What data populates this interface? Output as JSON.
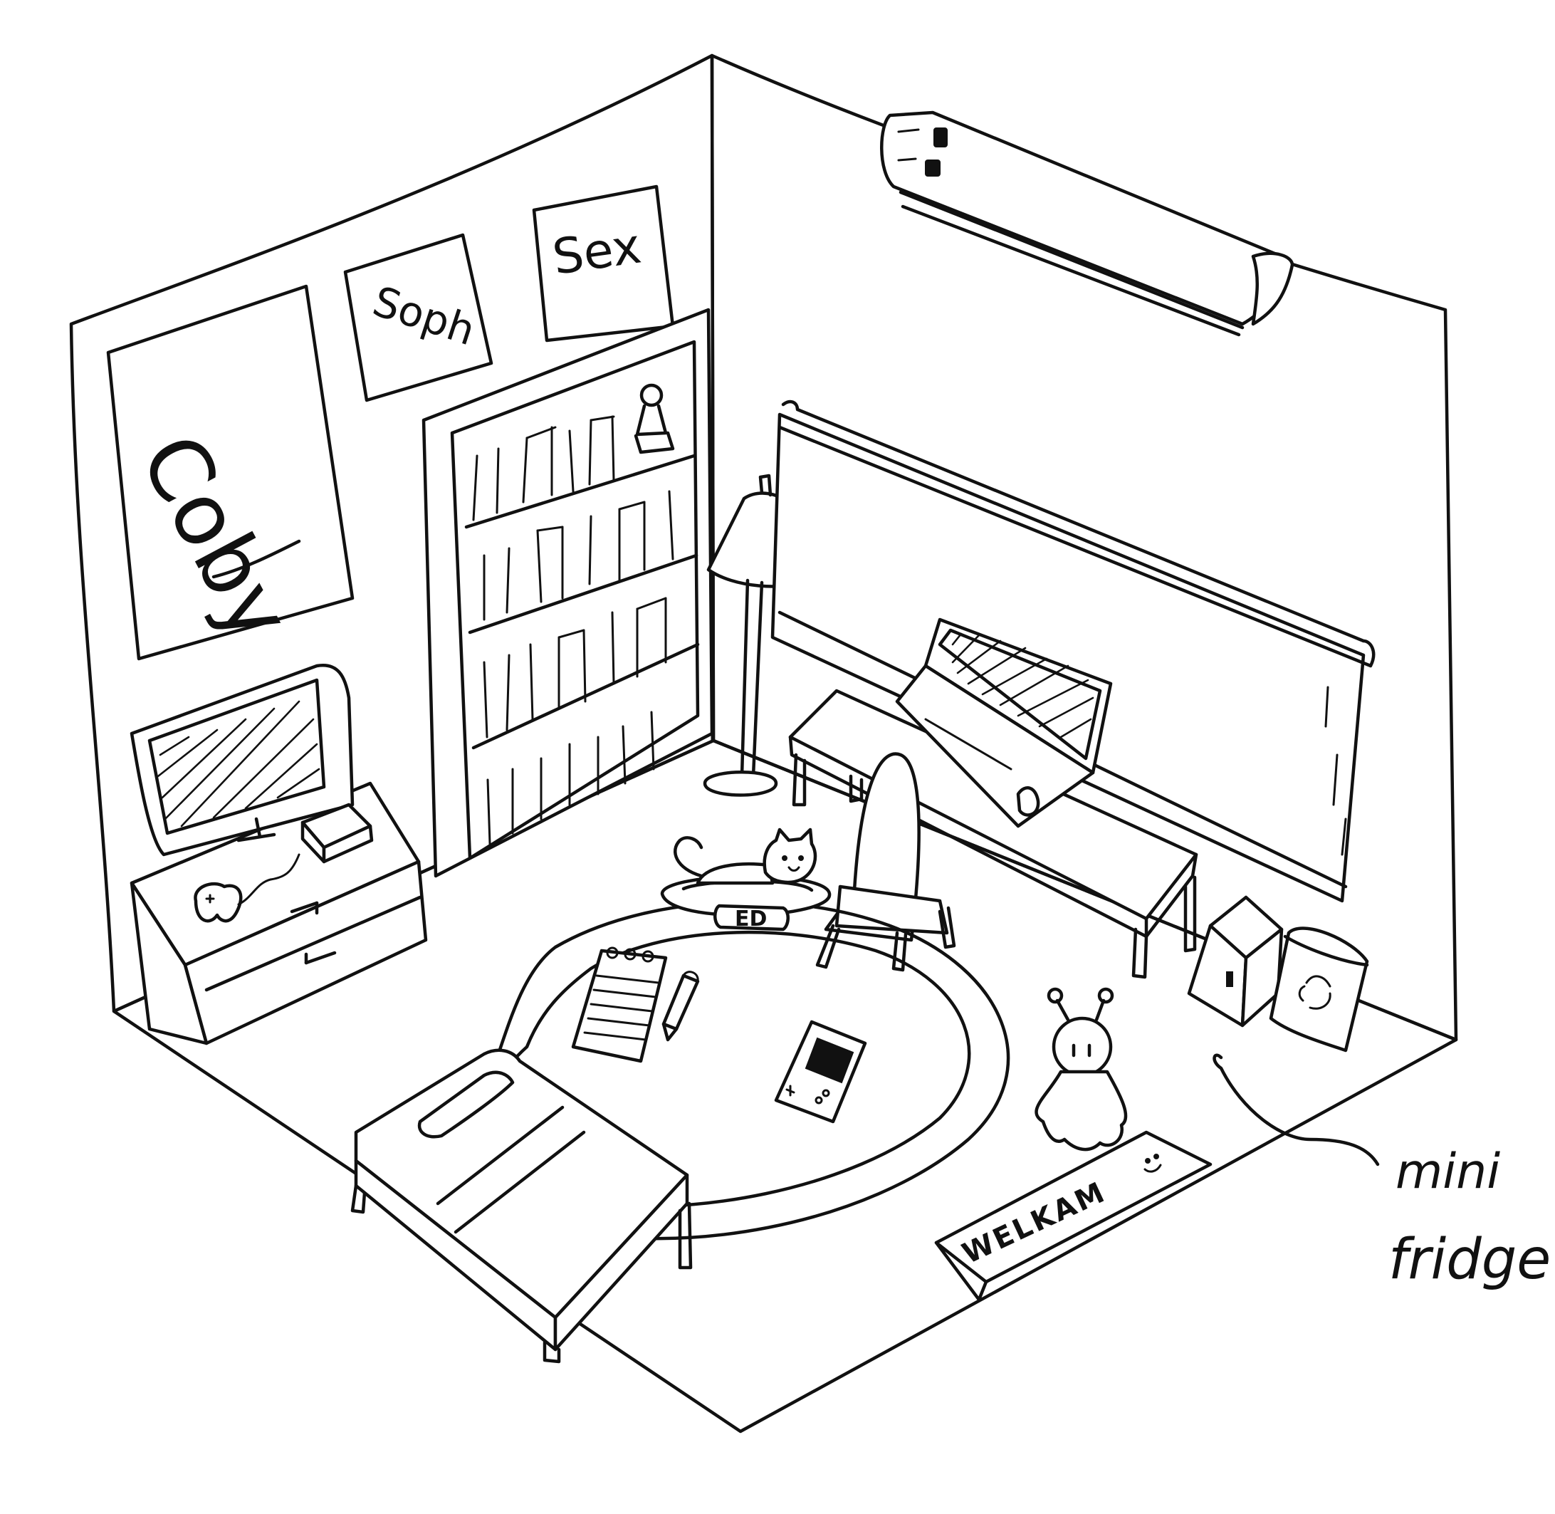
{
  "posters": {
    "left": "Coby",
    "middle": "Soph",
    "right": "Sex"
  },
  "cat_bed_label": "ED",
  "doormat_text": "WELKAM",
  "callout": {
    "line1": "mini",
    "line2": "fridge"
  }
}
